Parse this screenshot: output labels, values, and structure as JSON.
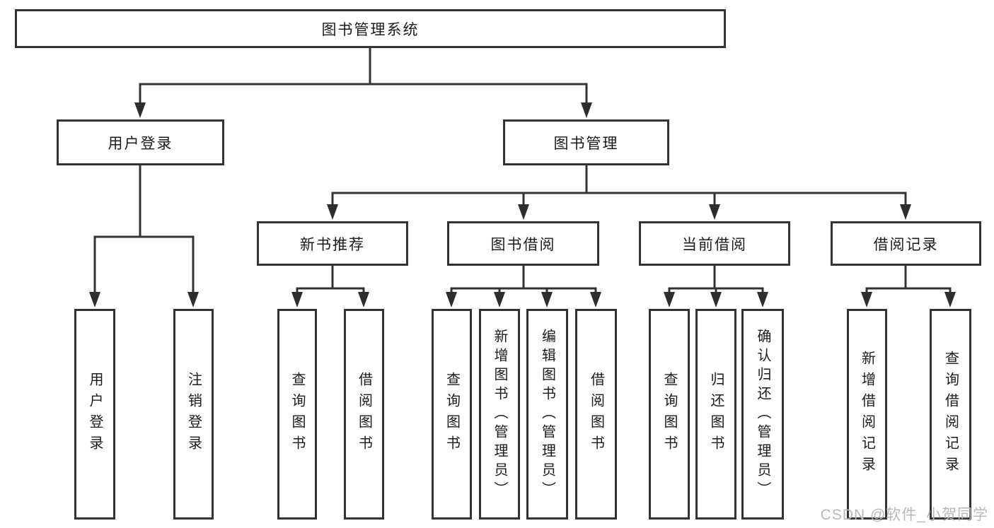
{
  "tree": {
    "label": "图书管理系统",
    "children": [
      {
        "label": "用户登录",
        "children": [
          {
            "label": "用户登录"
          },
          {
            "label": "注销登录"
          }
        ]
      },
      {
        "label": "图书管理",
        "children": [
          {
            "label": "新书推荐",
            "children": [
              {
                "label": "查询图书"
              },
              {
                "label": "借阅图书"
              }
            ]
          },
          {
            "label": "图书借阅",
            "children": [
              {
                "label": "查询图书"
              },
              {
                "label": "新增图书（管理员）"
              },
              {
                "label": "编辑图书（管理员）"
              },
              {
                "label": "借阅图书"
              }
            ]
          },
          {
            "label": "当前借阅",
            "children": [
              {
                "label": "查询图书"
              },
              {
                "label": "归还图书"
              },
              {
                "label": "确认归还（管理员）"
              }
            ]
          },
          {
            "label": "借阅记录",
            "children": [
              {
                "label": "新增借阅记录"
              },
              {
                "label": "查询借阅记录"
              }
            ]
          }
        ]
      }
    ]
  },
  "watermark": {
    "text": "CSDN @软件_小贺同学"
  },
  "colors": {
    "line": "#333333",
    "box_border": "#333333",
    "text": "#1b1b1b",
    "watermark": "#b8b8b8",
    "background": "#ffffff"
  }
}
